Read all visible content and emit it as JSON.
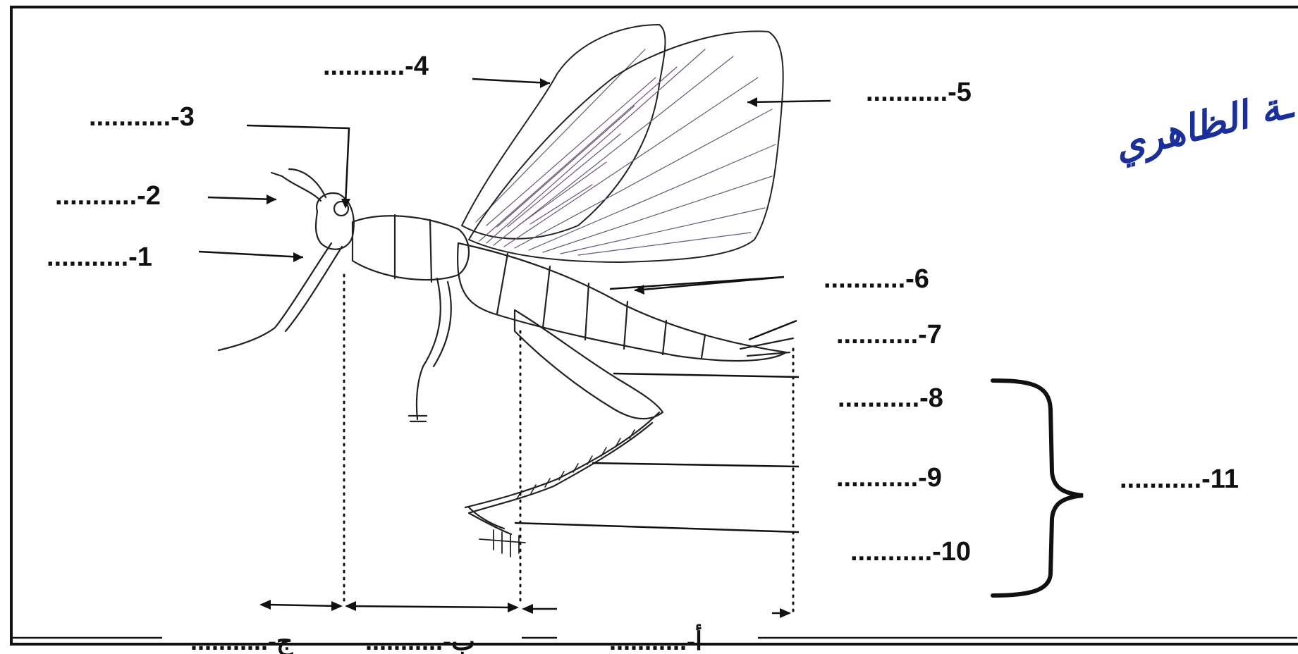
{
  "title": "ـة الظاهري",
  "labels": {
    "l1": "...........-1",
    "l2": "...........-2",
    "l3": "...........-3",
    "l4": "...........-4",
    "l5": "...........-5",
    "l6": "...........-6",
    "l7": "...........-7",
    "l8": "...........-8",
    "l9": "...........-9",
    "l10": "...........-10",
    "l11": "...........-11"
  },
  "regions": {
    "a": "...........-أ",
    "b": "...........-ب",
    "c": "...........-ج"
  },
  "colors": {
    "title": "#1b2f9a",
    "ink": "#111111",
    "wing_vein": "#6a5576"
  }
}
